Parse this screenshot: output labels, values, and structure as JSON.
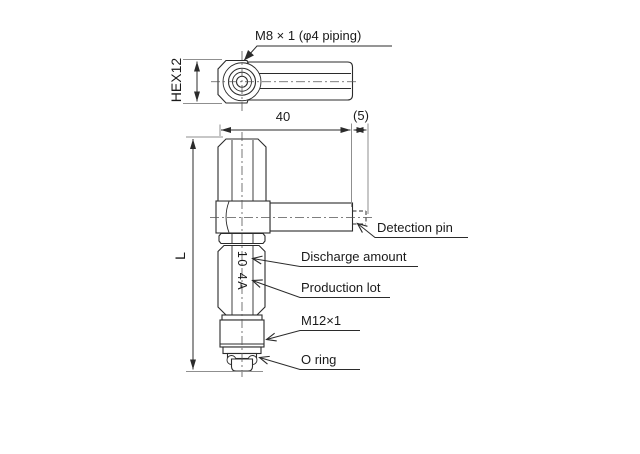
{
  "colors": {
    "background": "#ffffff",
    "line": "#2b2b2b",
    "extension_line": "#8f8f8f",
    "text": "#1a1a1a"
  },
  "drawing": {
    "labels": {
      "port_thread": "M8 × 1 (φ4 piping)",
      "hex_size": "HEX12",
      "dim_arm": "40",
      "dim_pin": "(5)",
      "length_overall": "L",
      "detection_pin": "Detection pin",
      "discharge_amount": "Discharge amount",
      "production_lot": "Production lot",
      "mount_thread": "M12×1",
      "o_ring": "O ring",
      "body_marking": "10 4A"
    }
  }
}
